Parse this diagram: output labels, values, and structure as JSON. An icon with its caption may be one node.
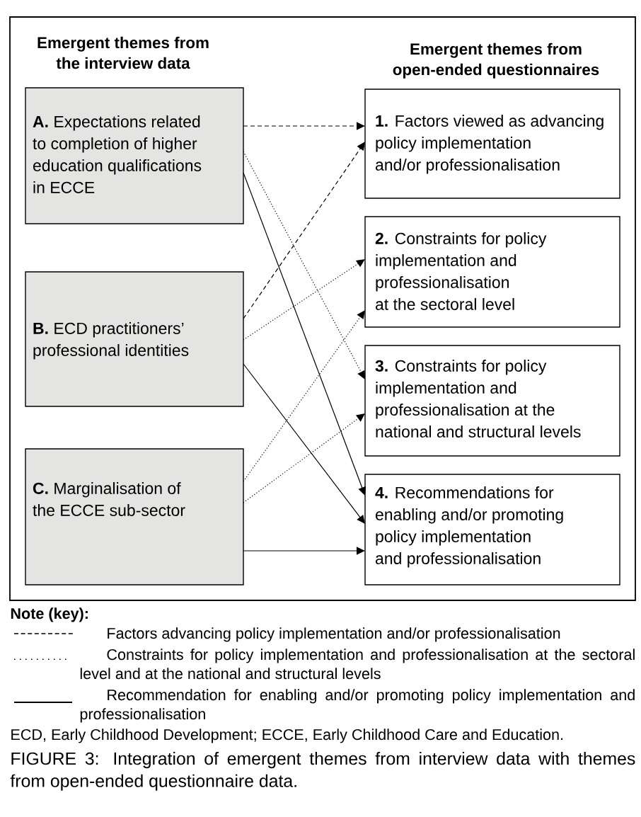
{
  "diagram": {
    "caption": "FIGURE 3: Integration of emergent themes from interview data with themes from open-ended questionnaire data.",
    "nodes": [
      {
        "text": [
          "**A.** Expectations related to completion of higher education qualifications in ECCE"
        ]
      },
      {
        "text": [
          "**B.** ECD practitioners’ professional identities"
        ]
      },
      {
        "text": [
          "**C.** Marginalisation of the ECCE sub-sector"
        ]
      },
      {
        "text": [
          "**1.** Factors viewed as advancing policy implementation and/or professionalisation"
        ]
      },
      {
        "text": [
          "**2.** Constraints for policy implementation and professionalisation at the sectoral level"
        ]
      },
      {
        "text": [
          "**3.** Constraints for policy implementation and professionalisation at the national and structural levels"
        ]
      },
      {
        "text": [
          "**4.** Recommendations for enabling and/or promoting policy implementation and professionalisation"
        ]
      }
    ],
    "edges": [
      {
        "from": 0,
        "to": 3,
        "arrow": "to",
        "style": "dashed"
      },
      {
        "from": 0,
        "to": 5,
        "arrow": "to",
        "style": "dashed"
      },
      {
        "from": 0,
        "to": 6,
        "arrow": "to"
      },
      {
        "from": 1,
        "to": 3,
        "arrow": "to",
        "style": "dashed"
      },
      {
        "from": 1,
        "to": 4,
        "arrow": "to",
        "style": "dashed"
      },
      {
        "from": 1,
        "to": 6,
        "arrow": "to"
      },
      {
        "from": 2,
        "to": 4,
        "arrow": "to",
        "style": "dashed"
      },
      {
        "from": 2,
        "to": 5,
        "arrow": "to",
        "style": "dashed"
      },
      {
        "from": 2,
        "to": 6,
        "arrow": "to"
      }
    ],
    "labels": [
      "Emergent themes from the interview data",
      "Emergent themes from open-ended questionnaires",
      "Note (key):",
      "ECD, Early Childhood Development; ECCE, Early Childhood Care and Education."
    ],
    "legend": [
      {
        "text": "Factors advancing policy implementation and/or professionalisation"
      },
      {
        "text": "Constraints for policy implementation and professionalisation at the sectoral level and at the national and structural levels"
      },
      {
        "text": "Recommendation for enabling and/or promoting policy implementation and professionalisation"
      }
    ]
  }
}
